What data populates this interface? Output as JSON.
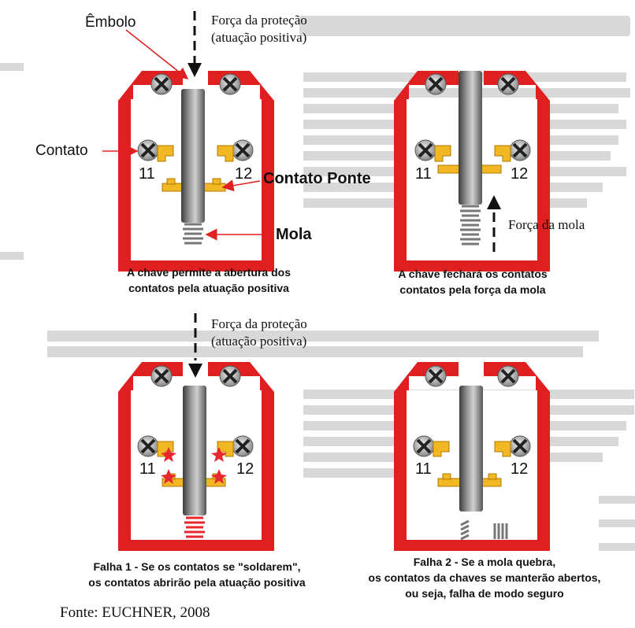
{
  "labels": {
    "embolo": "Êmbolo",
    "contato": "Contato",
    "contato_ponte": "Contato Ponte",
    "mola": "Mola",
    "forca_mola": "Força da mola",
    "forca_protecao_1_line1": "Força da proteção",
    "forca_protecao_1_line2": "(atuação positiva)",
    "forca_protecao_2_line1": "Força da proteção",
    "forca_protecao_2_line2": "(atuação positiva)"
  },
  "panels": [
    {
      "num_left": "11",
      "num_right": "12",
      "caption_line1": "A chave permite a abertura dos",
      "caption_line2": "contatos pela atuação positiva"
    },
    {
      "num_left": "11",
      "num_right": "12",
      "caption_line1": "A chave fechará os contatos",
      "caption_line2": "contatos pela força da mola"
    },
    {
      "num_left": "11",
      "num_right": "12",
      "caption_line1": "Falha 1 - Se os contatos  se \"soldarem\",",
      "caption_line2": "os contatos abrirão pela atuação positiva"
    },
    {
      "num_left": "11",
      "num_right": "12",
      "caption_line1": "Falha 2 - Se a mola quebra,",
      "caption_line2": "os contatos da chaves se manterão abertos,",
      "caption_line3": "ou seja, falha de modo seguro"
    }
  ],
  "source": "Fonte: EUCHNER, 2008",
  "colors": {
    "housing_red": "#e02020",
    "contact_yellow": "#f2b824",
    "plunger_gray": "#6d6d6d",
    "spark_red": "#e8282e"
  }
}
